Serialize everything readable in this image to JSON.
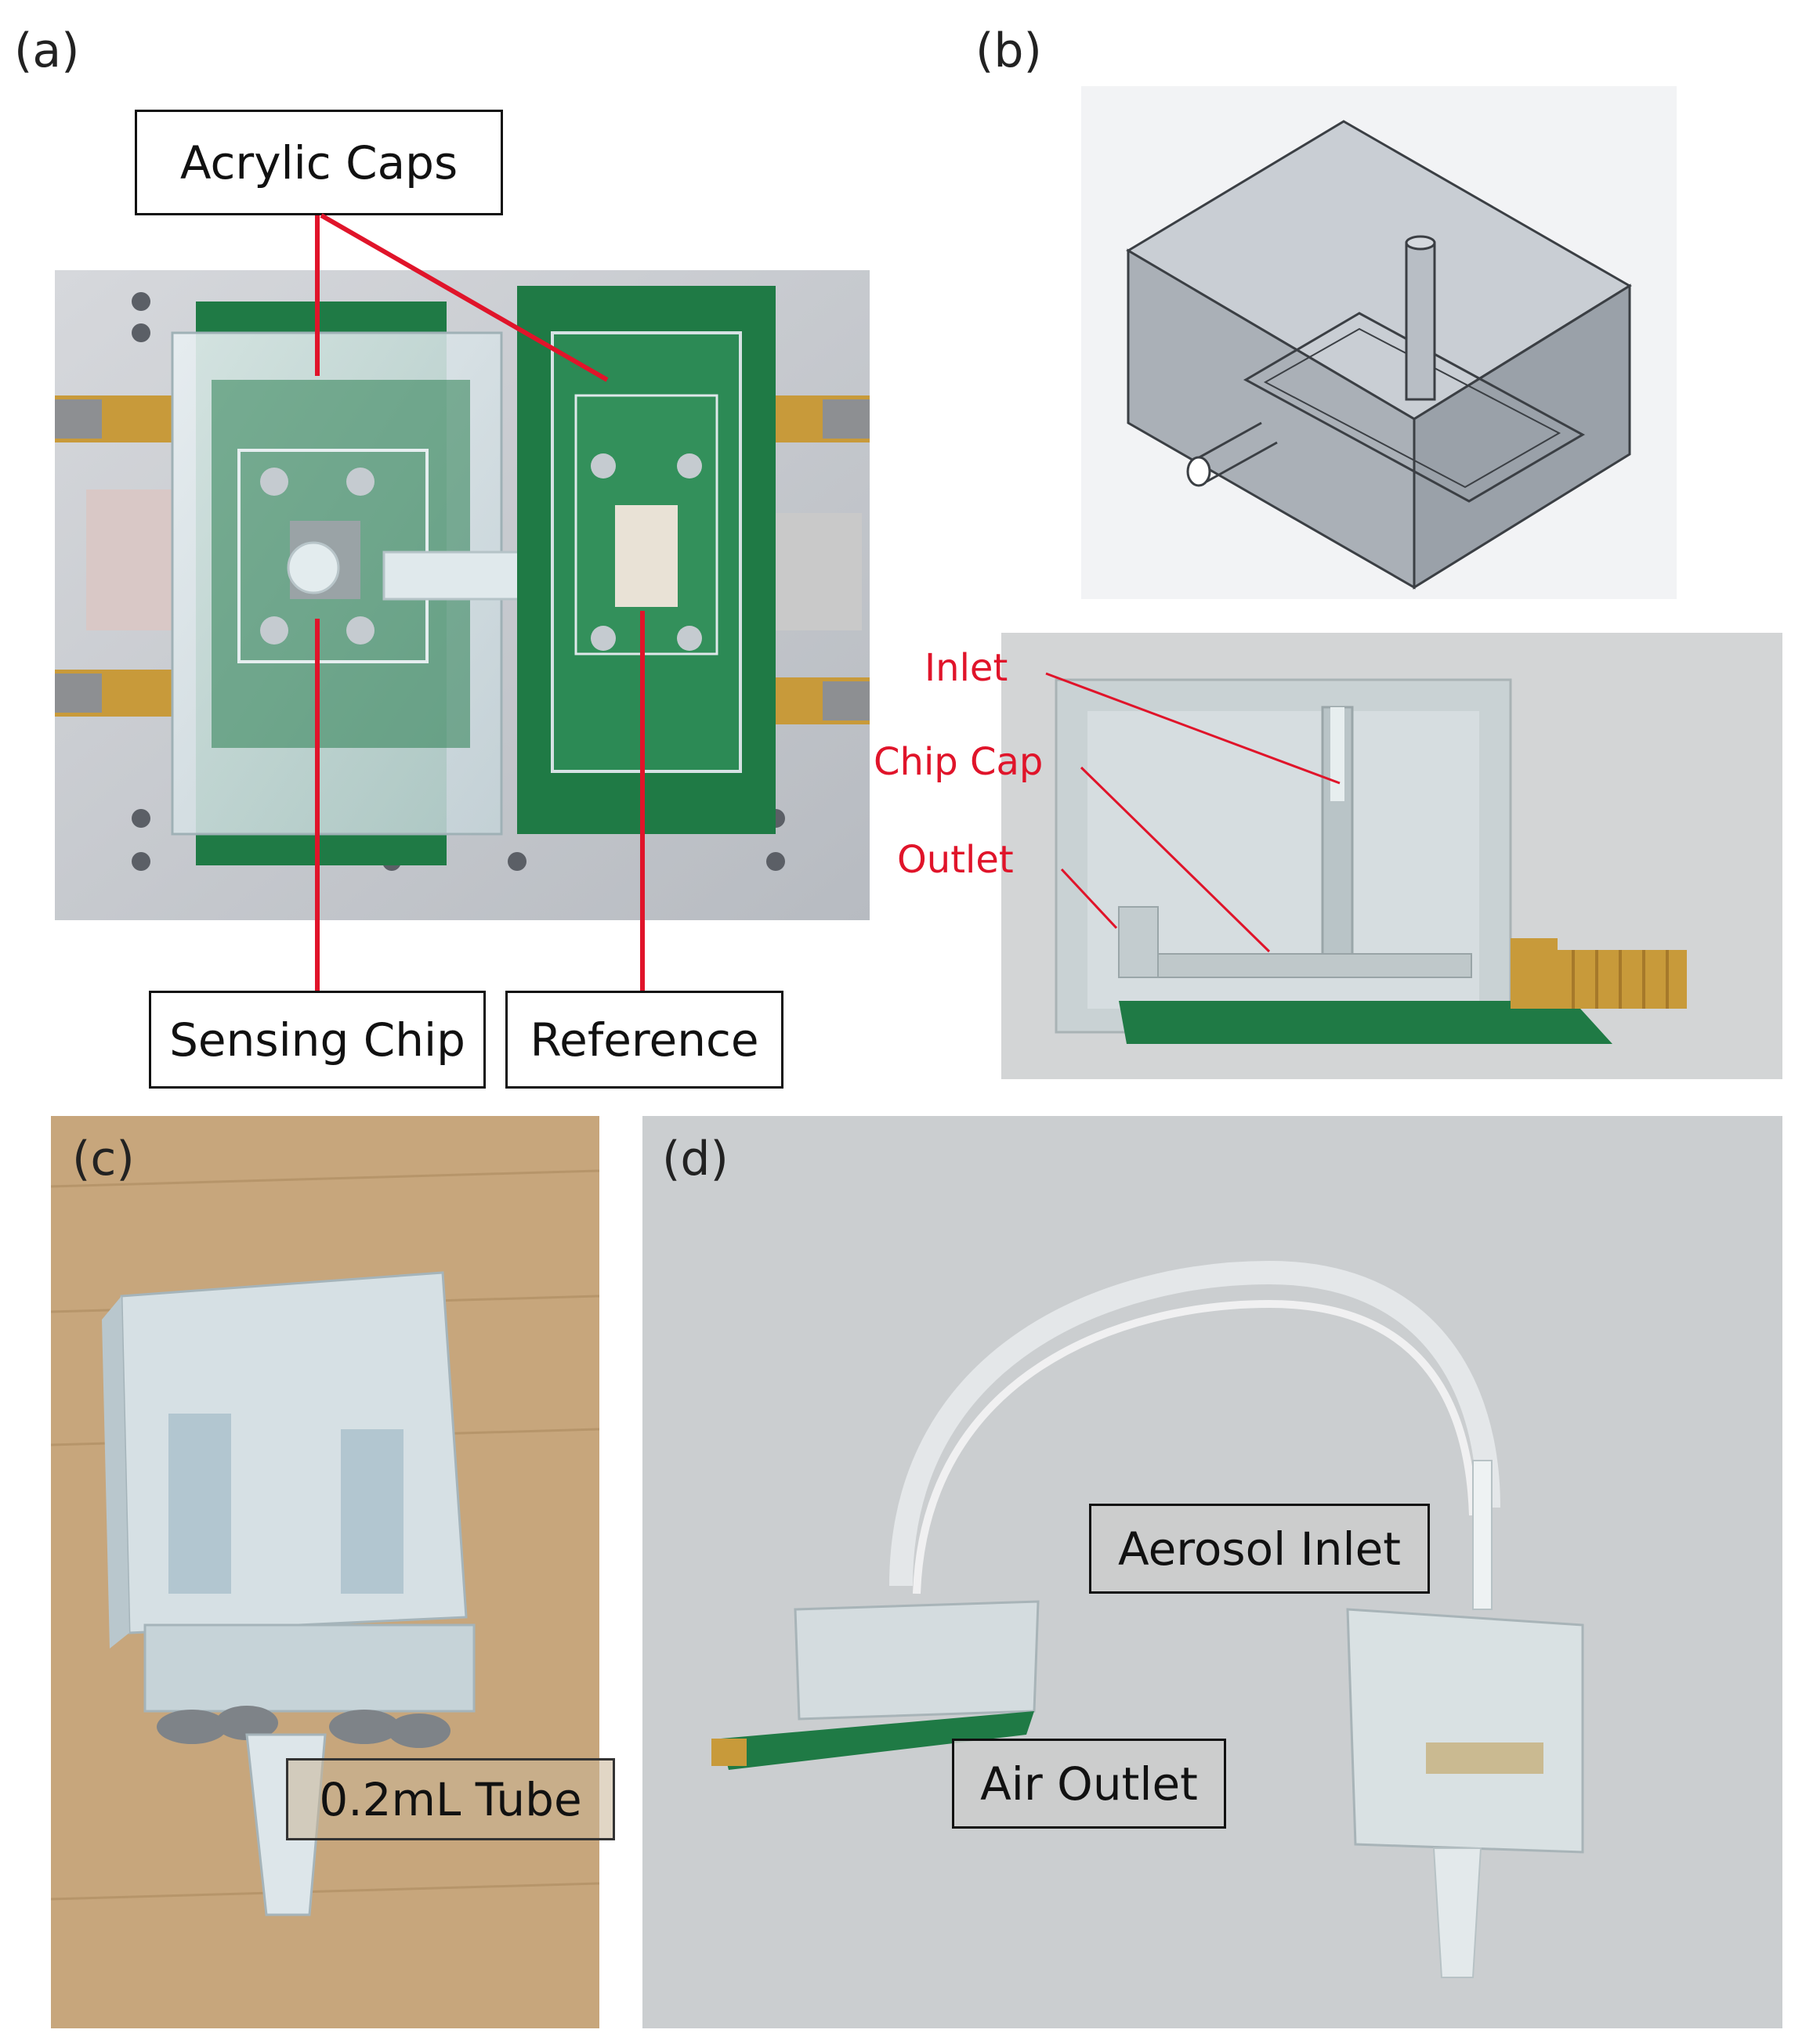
{
  "panels": {
    "a": {
      "label": "(a)",
      "callouts": {
        "acrylic_caps": "Acrylic Caps",
        "sensing_chip": "Sensing Chip",
        "reference": "Reference"
      }
    },
    "b": {
      "label": "(b)",
      "annotations": {
        "inlet": "Inlet",
        "chip_cap": "Chip Cap",
        "outlet": "Outlet"
      }
    },
    "c": {
      "label": "(c)",
      "callouts": {
        "tube": "0.2mL Tube"
      }
    },
    "d": {
      "label": "(d)",
      "callouts": {
        "aerosol_inlet": "Aerosol Inlet",
        "air_outlet": "Air Outlet"
      }
    }
  },
  "colors": {
    "annotation_red": "#e0142a",
    "pcb_green": "#1f7a45",
    "aluminum": "#c9ccd1",
    "acrylic": "#dfe8ec",
    "wood": "#c7a67c",
    "gold": "#c89a3a"
  }
}
